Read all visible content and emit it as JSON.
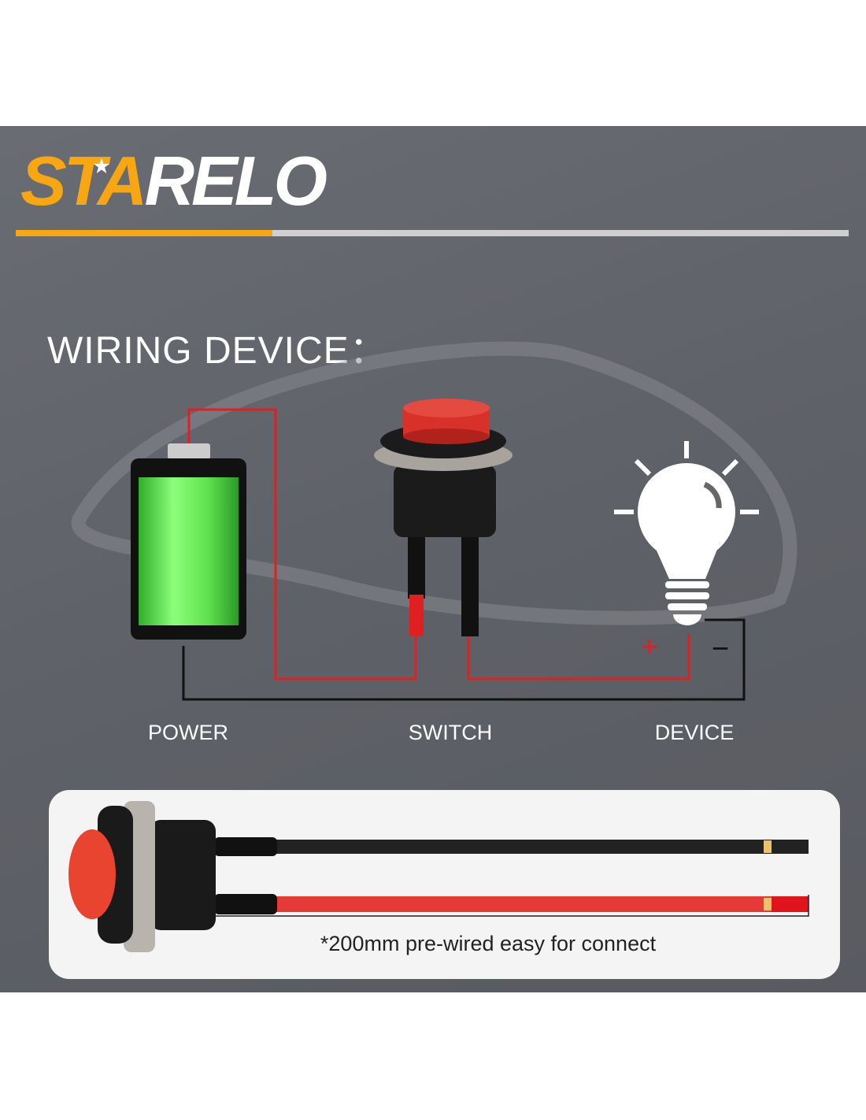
{
  "brand": {
    "logo_part1": "STA",
    "logo_part2": "RELO",
    "accent_color": "#f8a611"
  },
  "heading": "WIRING DEVICE：",
  "labels": {
    "power": "POWER",
    "switch": "SWITCH",
    "device": "DEVICE",
    "plus": "+",
    "minus": "−"
  },
  "caption": "*200mm pre-wired easy for connect"
}
